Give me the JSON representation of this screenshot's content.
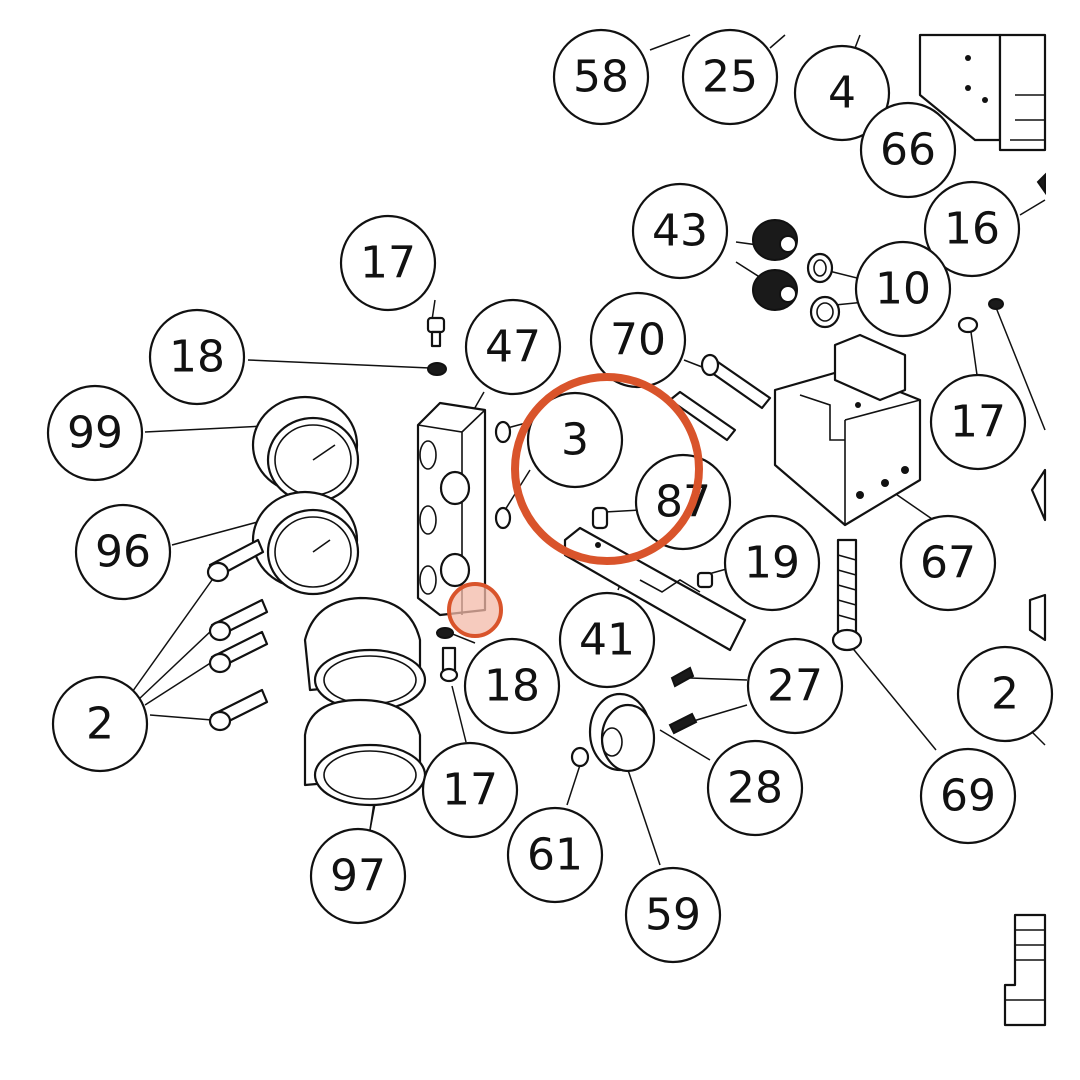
{
  "colors": {
    "highlight": "#d9542b",
    "highlight_fill": "#f3b9a8",
    "line": "#111111"
  },
  "callouts": [
    {
      "id": "58",
      "label": "58"
    },
    {
      "id": "25",
      "label": "25"
    },
    {
      "id": "4",
      "label": "4"
    },
    {
      "id": "66",
      "label": "66"
    },
    {
      "id": "16",
      "label": "16"
    },
    {
      "id": "43",
      "label": "43"
    },
    {
      "id": "10",
      "label": "10"
    },
    {
      "id": "17a",
      "label": "17"
    },
    {
      "id": "18a",
      "label": "18"
    },
    {
      "id": "47",
      "label": "47"
    },
    {
      "id": "70",
      "label": "70"
    },
    {
      "id": "99",
      "label": "99"
    },
    {
      "id": "3",
      "label": "3"
    },
    {
      "id": "87",
      "label": "87"
    },
    {
      "id": "17b",
      "label": "17"
    },
    {
      "id": "67",
      "label": "67"
    },
    {
      "id": "96",
      "label": "96"
    },
    {
      "id": "19",
      "label": "19"
    },
    {
      "id": "41",
      "label": "41"
    },
    {
      "id": "18b",
      "label": "18"
    },
    {
      "id": "27",
      "label": "27"
    },
    {
      "id": "2a",
      "label": "2"
    },
    {
      "id": "2b",
      "label": "2"
    },
    {
      "id": "17c",
      "label": "17"
    },
    {
      "id": "28",
      "label": "28"
    },
    {
      "id": "69",
      "label": "69"
    },
    {
      "id": "61",
      "label": "61"
    },
    {
      "id": "97",
      "label": "97"
    },
    {
      "id": "59",
      "label": "59"
    }
  ],
  "highlights": [
    {
      "id": "large-ring",
      "target": "3"
    },
    {
      "id": "small-dot",
      "target": "manifold-bolt"
    }
  ]
}
